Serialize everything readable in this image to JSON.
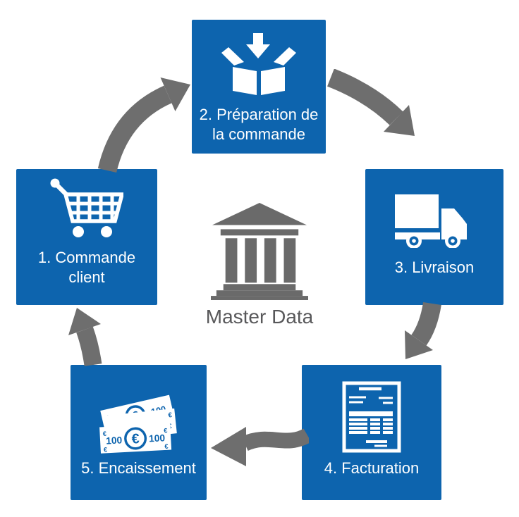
{
  "center": {
    "label": "Master Data"
  },
  "steps": [
    {
      "label": "1. Commande client"
    },
    {
      "label": "2. Préparation de la commande"
    },
    {
      "label": "3. Livraison"
    },
    {
      "label": "4. Facturation"
    },
    {
      "label": "5. Encaissement"
    }
  ],
  "banknote": {
    "value": "100",
    "currency": "€"
  },
  "colors": {
    "box_blue": "#0d64ae",
    "arrow_gray": "#6e6e6e",
    "bank_gray": "#6a6a6a",
    "label_text": "#ffffff",
    "center_text": "#58585a",
    "background": "#ffffff"
  }
}
